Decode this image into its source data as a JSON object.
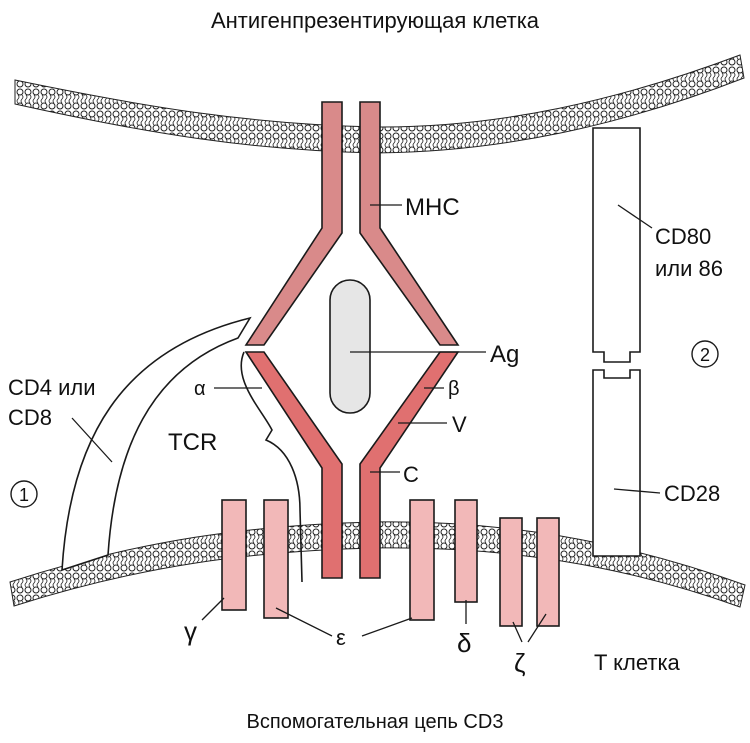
{
  "title_top": "Антигенпрезентирующая клетка",
  "title_bottom": "Вспомогательная цепь CD3",
  "labels": {
    "mhc": "MHC",
    "ag": "Ag",
    "alpha": "α",
    "beta": "β",
    "v": "V",
    "c": "C",
    "tcr": "TCR",
    "cd4_line1": "CD4 или",
    "cd4_line2": "CD8",
    "cd80_line1": "CD80",
    "cd80_line2": "или 86",
    "cd28": "CD28",
    "gamma": "γ",
    "epsilon": "ε",
    "delta": "δ",
    "zeta": "ζ",
    "t_cell": "T клетка",
    "num1": "1",
    "num2": "2"
  },
  "colors": {
    "mhc": "#d98a8a",
    "tcr": "#e07070",
    "cd3": "#f2b8b8",
    "antigen": "#e6e6e6",
    "outline": "#1a1a1a"
  }
}
